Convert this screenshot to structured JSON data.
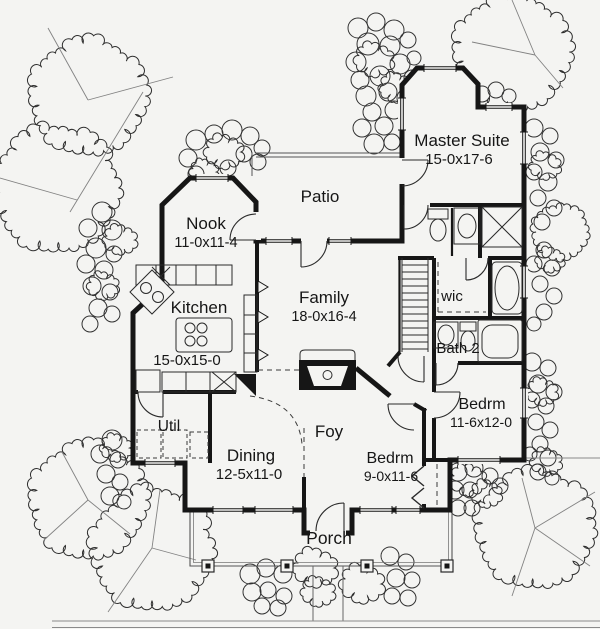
{
  "image_type": "architectural first-floor plan with landscaping",
  "colors": {
    "background": "#f4f4f2",
    "walls": "#161616",
    "thin_lines": "#3a3a3a",
    "site_lines": "#828282",
    "vegetation": "#2e2e2e"
  },
  "rooms": {
    "patio": {
      "name": "Patio"
    },
    "master_suite": {
      "name": "Master Suite",
      "dims": "15-0x17-6"
    },
    "nook": {
      "name": "Nook",
      "dims": "11-0x11-4"
    },
    "kitchen": {
      "name": "Kitchen",
      "dims": "15-0x15-0"
    },
    "family": {
      "name": "Family",
      "dims": "18-0x16-4"
    },
    "wic": {
      "name": "wic"
    },
    "bath2": {
      "name": "Bath 2"
    },
    "bedroom_right": {
      "name": "Bedrm",
      "dims": "11-6x12-0"
    },
    "util": {
      "name": "Util"
    },
    "dining": {
      "name": "Dining",
      "dims": "12-5x11-0"
    },
    "foyer": {
      "name": "Foy"
    },
    "bedroom_front": {
      "name": "Bedrm",
      "dims": "9-0x11-6"
    },
    "porch": {
      "name": "Porch"
    }
  }
}
